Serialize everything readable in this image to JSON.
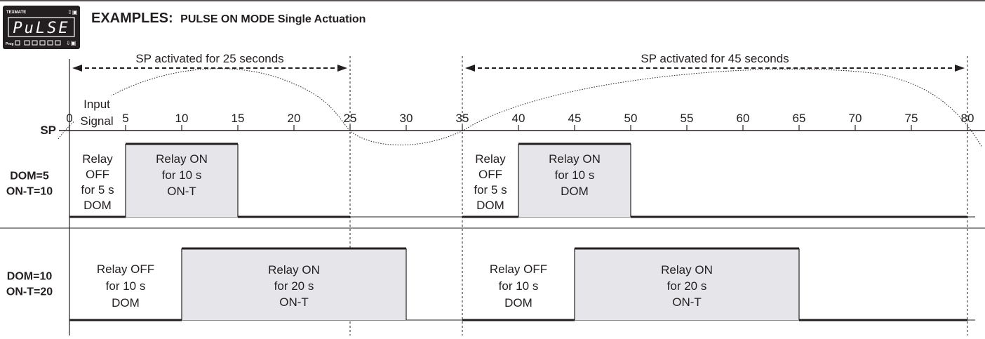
{
  "device": {
    "brand": "TEXMATE",
    "display": "PuLSE",
    "prog_label": "Prog"
  },
  "header": {
    "title_prefix": "EXAMPLES:",
    "title_rest": "PULSE ON MODE Single Actuation"
  },
  "diagram": {
    "sp_label": "SP",
    "input_signal_label": [
      "Input",
      "Signal"
    ],
    "time_axis_ticks": [
      0,
      5,
      10,
      15,
      20,
      25,
      30,
      35,
      40,
      45,
      50,
      55,
      60,
      65,
      70,
      75,
      80
    ],
    "activation_spans": [
      {
        "label": "SP activated for 25 seconds",
        "start": 0,
        "end": 25
      },
      {
        "label": "SP activated for 45 seconds",
        "start": 35,
        "end": 80
      }
    ],
    "rows": [
      {
        "label": [
          "DOM=5",
          "ON-T=10"
        ],
        "dom": 5,
        "on_t": 10,
        "pulses": [
          {
            "off_start": 0,
            "on_start": 5,
            "on_end": 15,
            "span_end": 25,
            "off_text": [
              "Relay",
              "OFF",
              "for 5 s",
              "DOM"
            ],
            "on_text": [
              "Relay ON",
              "for 10 s",
              "ON-T"
            ]
          },
          {
            "off_start": 35,
            "on_start": 40,
            "on_end": 50,
            "span_end": 80,
            "off_text": [
              "Relay",
              "OFF",
              "for 5 s",
              "DOM"
            ],
            "on_text": [
              "Relay ON",
              "for 10 s",
              "DOM"
            ]
          }
        ]
      },
      {
        "label": [
          "DOM=10",
          "ON-T=20"
        ],
        "dom": 10,
        "on_t": 20,
        "pulses": [
          {
            "off_start": 0,
            "on_start": 10,
            "on_end": 30,
            "span_end": 25,
            "off_text": [
              "Relay OFF",
              "for 10 s",
              "DOM"
            ],
            "on_text": [
              "Relay ON",
              "for 20 s",
              "ON-T"
            ]
          },
          {
            "off_start": 35,
            "on_start": 45,
            "on_end": 65,
            "span_end": 80,
            "off_text": [
              "Relay OFF",
              "for 10 s",
              "DOM"
            ],
            "on_text": [
              "Relay ON",
              "for 20 s",
              "ON-T"
            ]
          }
        ]
      }
    ]
  },
  "colors": {
    "ink": "#231f20",
    "on_fill": "#e6e6ea",
    "device_body": "#231f20",
    "device_text": "#ffffff"
  }
}
